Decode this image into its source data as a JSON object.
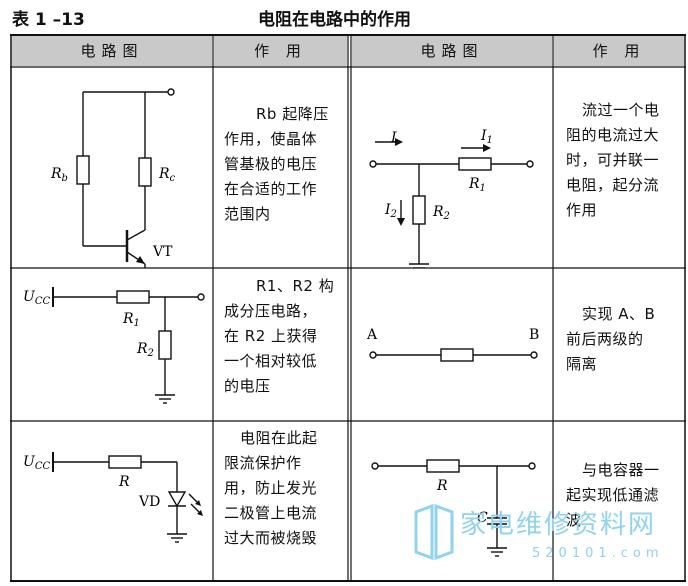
{
  "caption": {
    "number": "表 1 –13",
    "title": "电阻在电路中的作用"
  },
  "headers": {
    "circuit": "电路图",
    "function": "作 用"
  },
  "rows": [
    {
      "left": {
        "lines": [
          "Rb 起降压",
          "作用，使晶体",
          "管基极的电压",
          "在合适的工作",
          "范围内"
        ],
        "labels": {
          "r1": "R",
          "r1_sub": "b",
          "r2": "R",
          "r2_sub": "c",
          "t": "VT"
        }
      },
      "right": {
        "lines": [
          "流过一个电",
          "阻的电流过大",
          "时，可并联一",
          "电阻，起分流",
          "作用"
        ],
        "labels": {
          "i": "I",
          "i1": "I",
          "i1_sub": "1",
          "r1": "R",
          "r1_sub": "1",
          "i2": "I",
          "i2_sub": "2",
          "r2": "R",
          "r2_sub": "2"
        }
      }
    },
    {
      "left": {
        "lines": [
          "R1、R2 构",
          "成分压电路，",
          "在 R2 上获得",
          "一个相对较低",
          "的电压"
        ],
        "labels": {
          "ucc": "U",
          "ucc_sub": "CC",
          "r1": "R",
          "r1_sub": "1",
          "r2": "R",
          "r2_sub": "2"
        }
      },
      "right": {
        "lines": [
          "实现 A、B",
          "前后两级的",
          "隔离"
        ],
        "labels": {
          "a": "A",
          "b": "B"
        }
      }
    },
    {
      "left": {
        "lines": [
          "电阻在此起",
          "限流保护作",
          "用，防止发光",
          "二极管上电流",
          "过大而被烧毁"
        ],
        "labels": {
          "ucc": "U",
          "ucc_sub": "CC",
          "r": "R",
          "vd": "VD"
        }
      },
      "right": {
        "lines": [
          "与电容器一",
          "起实现低通滤",
          "波"
        ],
        "labels": {
          "r": "R",
          "c": "C"
        }
      }
    }
  ],
  "watermark": {
    "text": "家电维修资料网",
    "url": "520101.com"
  }
}
